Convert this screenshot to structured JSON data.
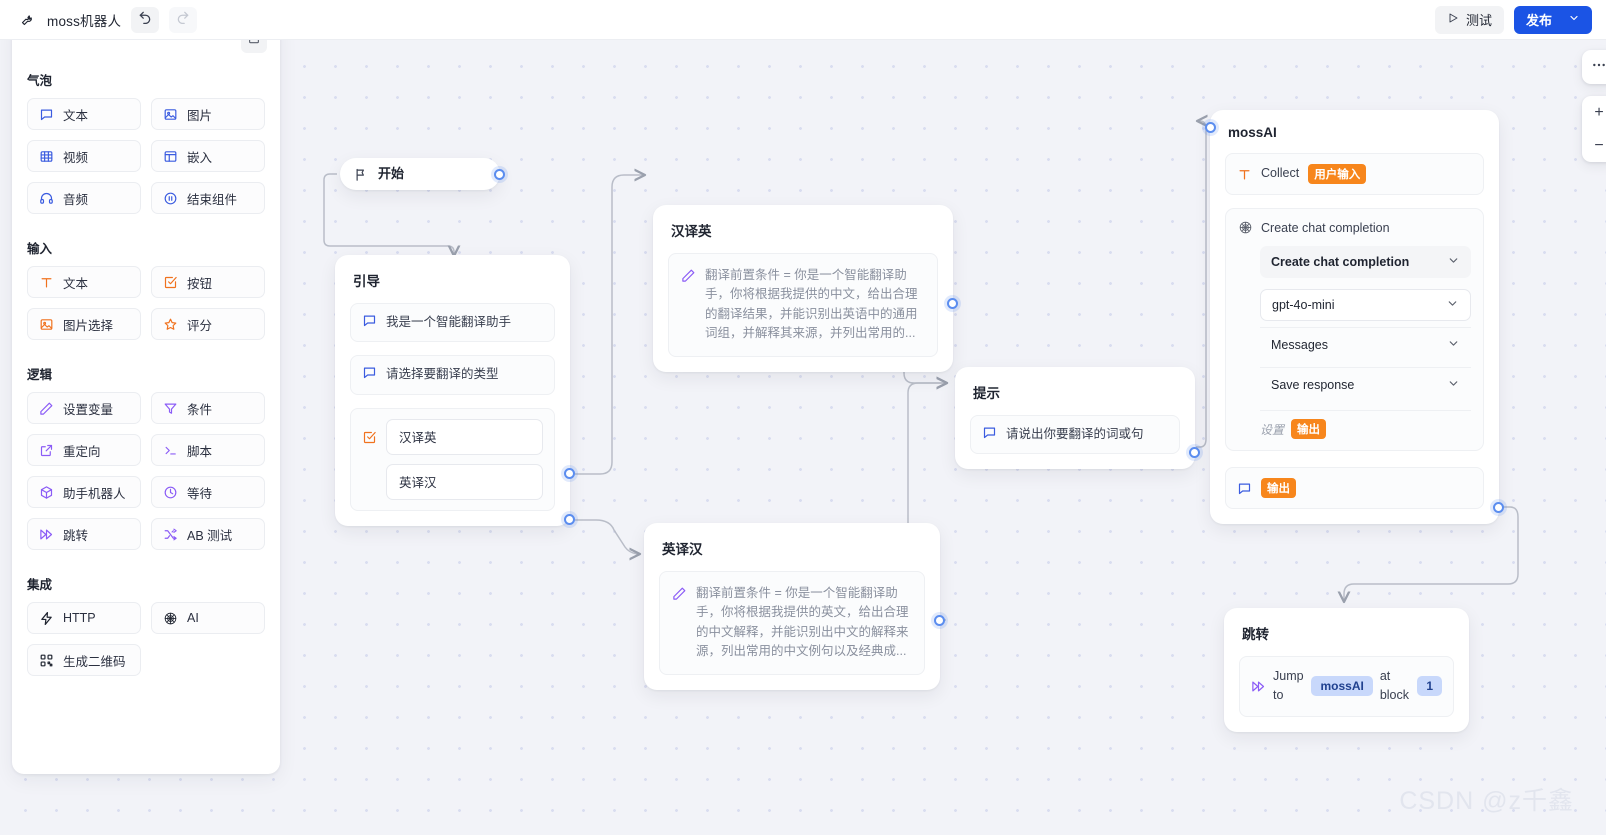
{
  "topbar": {
    "logo_icon": "wrench-icon",
    "title": "moss机器人",
    "undo_icon": "undo-arrow-icon",
    "redo_icon": "redo-arrow-icon",
    "test_label": "测试",
    "test_icon": "play-triangle-icon",
    "publish_label": "发布",
    "publish_chevron_icon": "chevron-down-icon",
    "accent_blue": "#1b54e5"
  },
  "panel": {
    "lock_icon": "lock-icon",
    "sections": [
      {
        "title": "气泡",
        "items": [
          {
            "label": "文本",
            "icon": "speech-bubble-icon",
            "color": "#3b5ce0"
          },
          {
            "label": "图片",
            "icon": "image-icon",
            "color": "#3b5ce0"
          },
          {
            "label": "视频",
            "icon": "video-grid-icon",
            "color": "#3b5ce0"
          },
          {
            "label": "嵌入",
            "icon": "embed-layout-icon",
            "color": "#3b5ce0"
          },
          {
            "label": "音频",
            "icon": "headphones-icon",
            "color": "#3b5ce0"
          },
          {
            "label": "结束组件",
            "icon": "pause-circle-icon",
            "color": "#3b5ce0"
          }
        ]
      },
      {
        "title": "输入",
        "items": [
          {
            "label": "文本",
            "icon": "text-t-icon",
            "color": "#f0721e"
          },
          {
            "label": "按钮",
            "icon": "check-square-icon",
            "color": "#f0721e"
          },
          {
            "label": "图片选择",
            "icon": "image-picker-icon",
            "color": "#f0721e"
          },
          {
            "label": "评分",
            "icon": "star-icon",
            "color": "#f0721e"
          }
        ]
      },
      {
        "title": "逻辑",
        "items": [
          {
            "label": "设置变量",
            "icon": "pencil-icon",
            "color": "#8b5cf6"
          },
          {
            "label": "条件",
            "icon": "filter-icon",
            "color": "#8b5cf6"
          },
          {
            "label": "重定向",
            "icon": "external-link-icon",
            "color": "#8b5cf6"
          },
          {
            "label": "脚本",
            "icon": "terminal-icon",
            "color": "#8b5cf6"
          },
          {
            "label": "助手机器人",
            "icon": "cube-icon",
            "color": "#8b5cf6"
          },
          {
            "label": "等待",
            "icon": "clock-icon",
            "color": "#8b5cf6"
          },
          {
            "label": "跳转",
            "icon": "fast-forward-icon",
            "color": "#8b5cf6"
          },
          {
            "label": "AB 测试",
            "icon": "shuffle-icon",
            "color": "#8b5cf6"
          }
        ]
      },
      {
        "title": "集成",
        "items": [
          {
            "label": "HTTP",
            "icon": "lightning-bolt-icon",
            "color": "#1f2430"
          },
          {
            "label": "AI",
            "icon": "openai-logo-icon",
            "color": "#1f2430"
          },
          {
            "label": "生成二维码",
            "icon": "qr-code-icon",
            "color": "#1f2430"
          }
        ]
      }
    ]
  },
  "nodes": {
    "start": {
      "title": "开始",
      "icon": "flag-icon"
    },
    "guide": {
      "title": "引导",
      "messages": [
        {
          "text": "我是一个智能翻译助手",
          "icon": "speech-bubble-icon"
        },
        {
          "text": "请选择要翻译的类型",
          "icon": "speech-bubble-icon"
        }
      ],
      "choice_icon": "check-square-icon",
      "choices": [
        "汉译英",
        "英译汉"
      ]
    },
    "zh_to_en": {
      "title": "汉译英",
      "icon": "pencil-icon",
      "text": "翻译前置条件 = 你是一个智能翻译助手，你将根据我提供的中文，给出合理的翻译结果，并能识别出英语中的通用词组，并解释其来源，并列出常用的..."
    },
    "en_to_zh": {
      "title": "英译汉",
      "icon": "pencil-icon",
      "text": "翻译前置条件 = 你是一个智能翻译助手，你将根据我提供的英文，给出合理的中文解释，并能识别出中文的解释来源，列出常用的中文例句以及经典成..."
    },
    "prompt": {
      "title": "提示",
      "icon": "speech-bubble-icon",
      "text": "请说出你要翻译的词或句"
    },
    "mossai": {
      "title": "mossAI",
      "collect": {
        "icon": "text-t-icon",
        "label": "Collect",
        "variable": "用户输入"
      },
      "ai_block": {
        "icon": "openai-logo-icon",
        "header": "Create chat completion",
        "action": "Create chat completion",
        "model": "gpt-4o-mini",
        "messages": "Messages",
        "save_response": "Save response",
        "settings_label": "设置",
        "settings_variable": "输出",
        "chevron_icon": "chevron-down-icon"
      },
      "output": {
        "icon": "speech-bubble-icon",
        "variable": "输出"
      }
    },
    "jump": {
      "title": "跳转",
      "icon": "fast-forward-icon",
      "prefix": "Jump to",
      "target": "mossAI",
      "middle": "at block",
      "block": "1"
    }
  },
  "canvas_controls": {
    "more_icon": "ellipsis-icon",
    "zoom_in_label": "+",
    "zoom_out_label": "−"
  },
  "watermark": "CSDN @z千鑫"
}
